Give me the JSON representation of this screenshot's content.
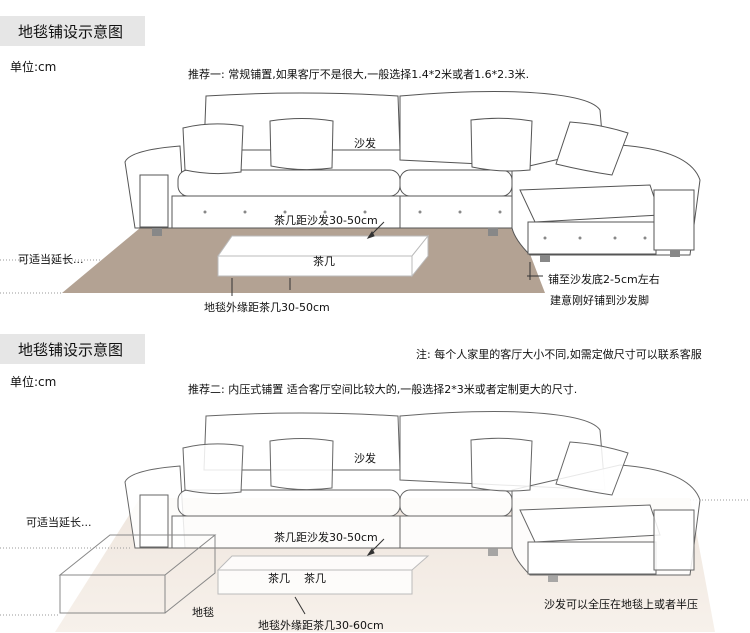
{
  "panels": [
    {
      "tab_title": "地毯铺设示意图",
      "unit": "单位:cm",
      "recommend": "推荐一: 常规铺置,如果客厅不是很大,一般选择1.4*2米或者1.6*2.3米.",
      "labels": {
        "sofa": "沙发",
        "table_gap": "茶几距沙发30-50cm",
        "table": "茶几",
        "extend": "可适当延长...",
        "edge_gap": "地毯外缘距茶几30-50cm",
        "under_sofa": "铺至沙发底2-5cm左右",
        "to_legs": "建意刚好铺到沙发脚"
      }
    },
    {
      "tab_title": "地毯铺设示意图",
      "unit": "单位:cm",
      "note": "注: 每个人家里的客厅大小不同,如需定做尺寸可以联系客服",
      "recommend": "推荐二: 内压式铺置 适合客厅空间比较大的,一般选择2*3米或者定制更大的尺寸.",
      "labels": {
        "sofa": "沙发",
        "table_gap": "茶几距沙发30-50cm",
        "table": "茶几    茶几",
        "extend": "可适当延长...",
        "carpet": "地毯",
        "edge_gap": "地毯外缘距茶几30-60cm",
        "full_press": "沙发可以全压在地毯上或者半压"
      }
    }
  ],
  "colors": {
    "carpet_top": "#b3a293",
    "carpet_bottom": "#f5ede6",
    "tab_bg": "#e6e6e6"
  }
}
